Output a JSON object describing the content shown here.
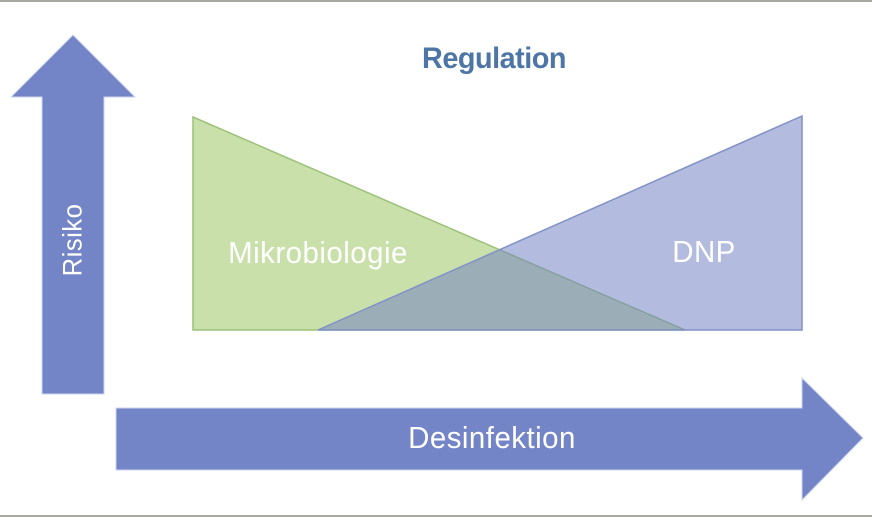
{
  "figure": {
    "title": "Regulation",
    "y_axis": {
      "label": "Risiko",
      "direction": "up"
    },
    "x_axis": {
      "label": "Desinfektion",
      "direction": "right"
    },
    "regions": [
      {
        "id": "mikrobiologie",
        "label": "Mikrobiologie",
        "trend": "decreasing-risk-along-desinfektion",
        "fill": "#c9e0aa",
        "stroke": "#9cc178"
      },
      {
        "id": "dnp",
        "label": "DNP",
        "trend": "increasing-risk-along-desinfektion",
        "fill": "#b4bfdf",
        "stroke": "#8091c8"
      }
    ],
    "colors": {
      "axis_arrow": "#7384c7",
      "axis_arrow_outline": "#ccd3ee",
      "title_text": "#4d76a7",
      "region_label_text": "#ffffff",
      "overlap": "#97abc1",
      "frame_divider": "#a9a8a0"
    }
  }
}
